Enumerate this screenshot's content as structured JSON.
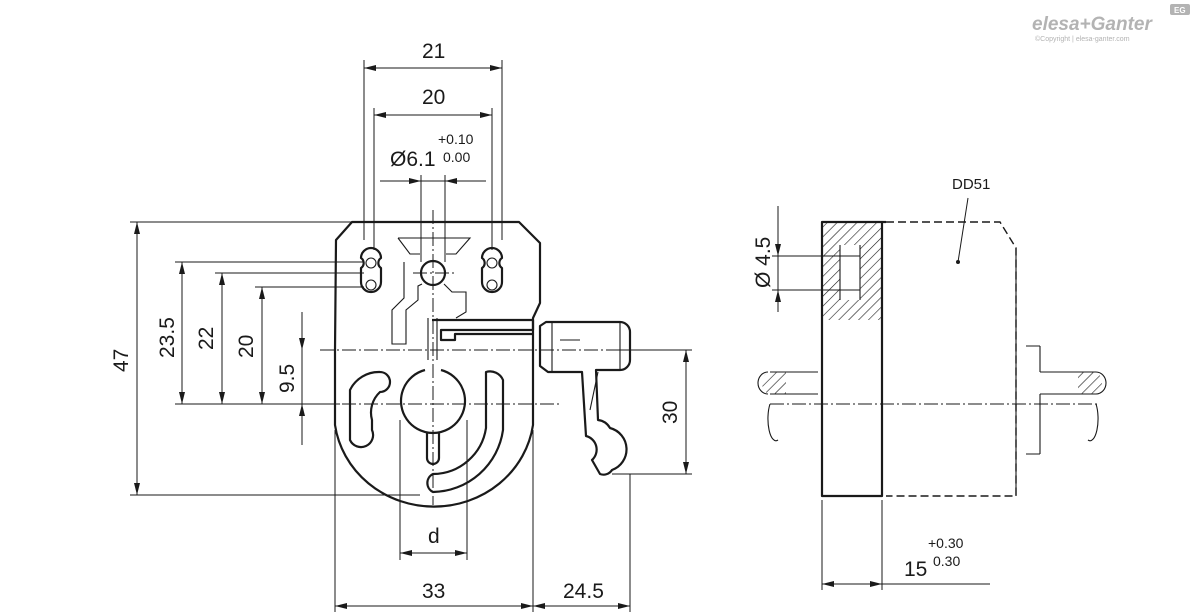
{
  "brand": {
    "logo": "elesa+Ganter",
    "badge": "EG",
    "copyright": "©Copyright | elesa-ganter.com"
  },
  "front_view": {
    "dims": {
      "width_21": "21",
      "spacing_20": "20",
      "bore": "Ø6.1",
      "bore_tol_upper": "+0.10",
      "bore_tol_lower": "0.00",
      "height_47": "47",
      "height_23_5": "23.5",
      "height_22": "22",
      "height_20": "20",
      "height_9_5": "9.5",
      "lever_30": "30",
      "shaft_d": "d",
      "width_33": "33",
      "lever_24_5": "24.5"
    }
  },
  "side_view": {
    "label": "DD51",
    "dims": {
      "hole": "Ø 4.5",
      "thickness": "15",
      "thickness_tol_upper": "+0.30",
      "thickness_tol_lower": "0.30"
    }
  }
}
